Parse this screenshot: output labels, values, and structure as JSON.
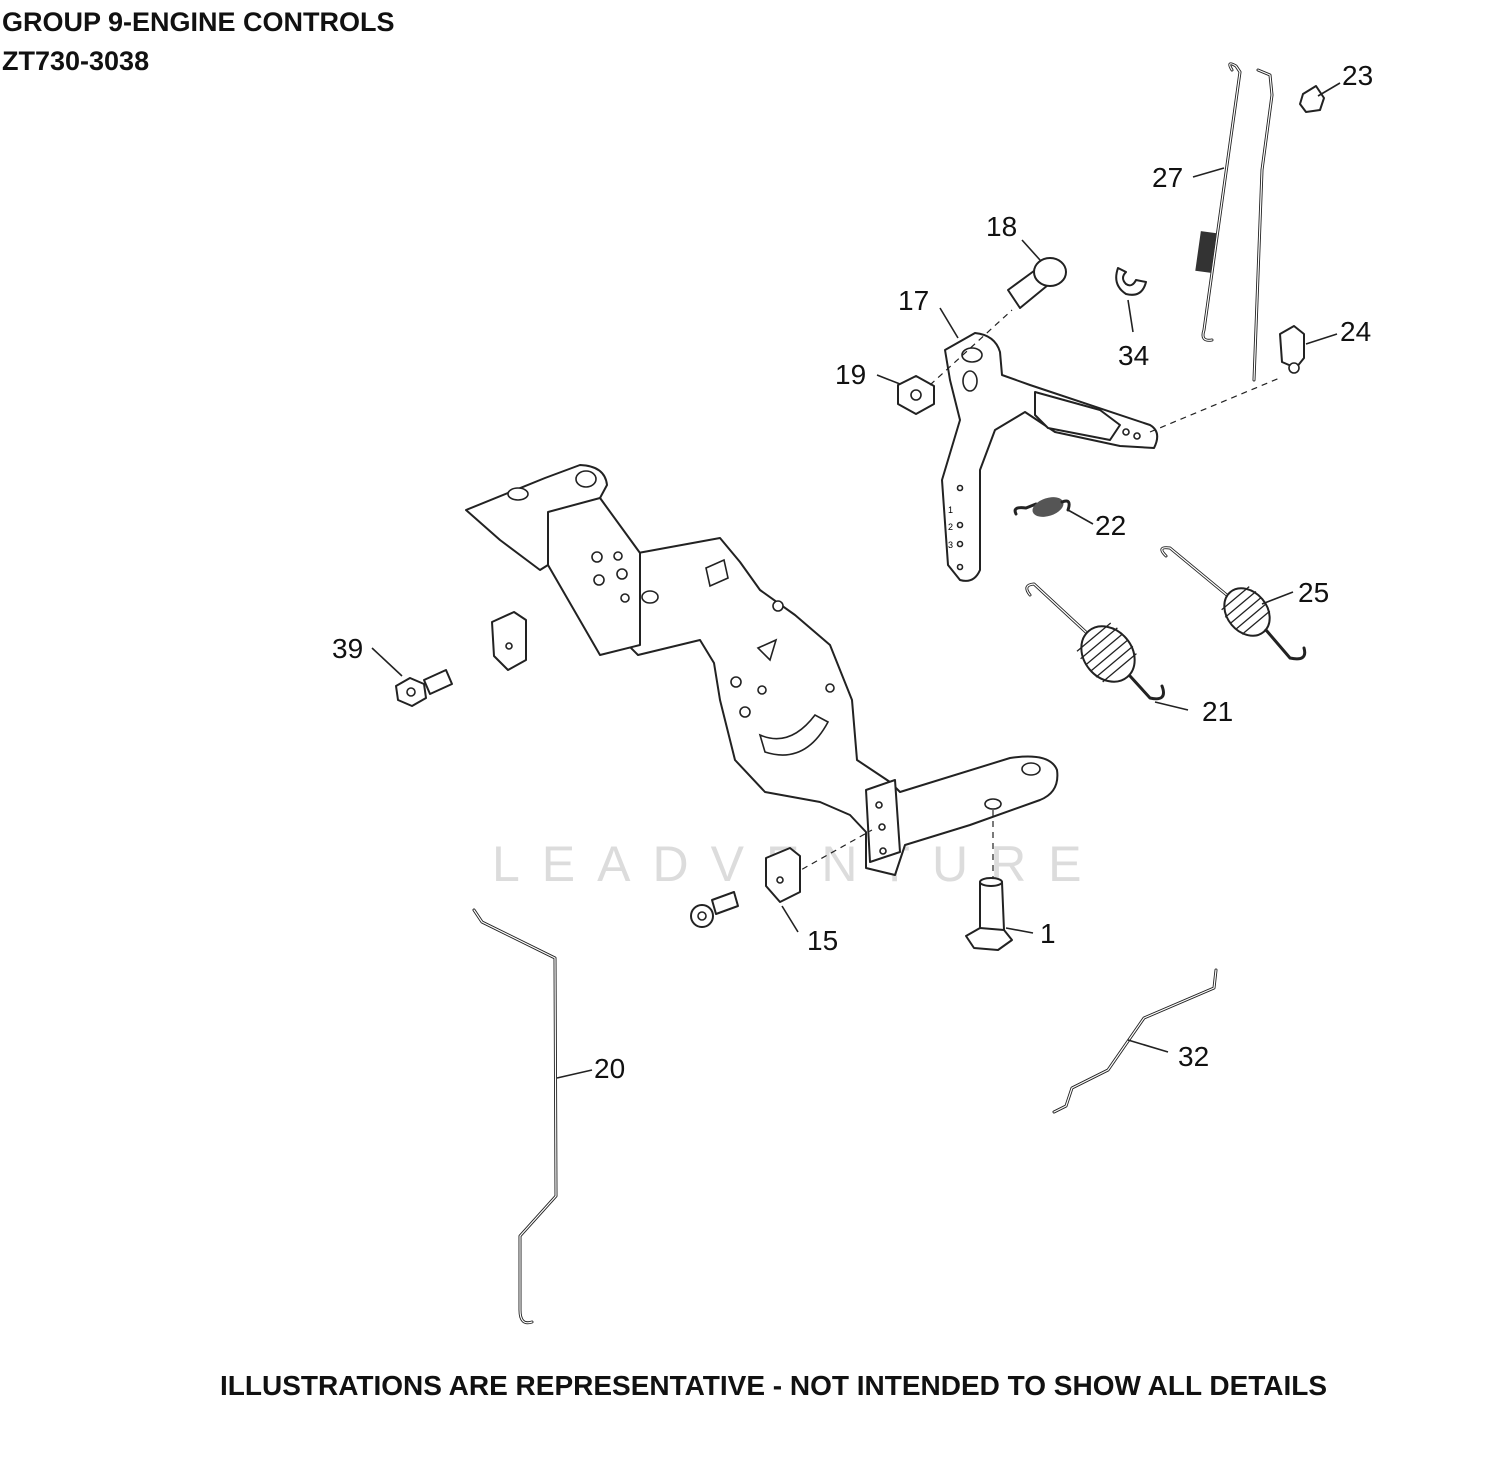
{
  "header": {
    "title": "GROUP 9-ENGINE CONTROLS",
    "model": "ZT730-3038"
  },
  "footer": {
    "note": "ILLUSTRATIONS ARE REPRESENTATIVE - NOT INTENDED TO SHOW ALL DETAILS"
  },
  "watermark": {
    "text": "LEADVENTURE"
  },
  "callouts": [
    "23",
    "27",
    "18",
    "17",
    "34",
    "24",
    "19",
    "22",
    "25",
    "39",
    "21",
    "15",
    "1",
    "20",
    "32"
  ],
  "lever_marks": [
    "1",
    "2",
    "3"
  ]
}
